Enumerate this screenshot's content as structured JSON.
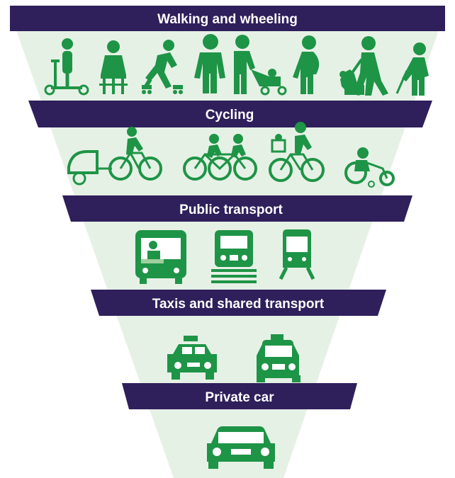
{
  "diagram": {
    "colors": {
      "band": "#2f1f5b",
      "funnel": "#e6f1e6",
      "icon": "#1e9446",
      "label": "#ffffff"
    },
    "tiers": [
      {
        "label": "Walking and wheeling",
        "icons": [
          "kick-scooter-rider-icon",
          "wheelchair-user-icon",
          "inline-skater-icon",
          "walking-person-icon",
          "person-with-pram-icon",
          "pregnant-person-icon",
          "person-with-guide-dog-icon",
          "person-with-white-cane-icon"
        ]
      },
      {
        "label": "Cycling",
        "icons": [
          "bicycle-with-trailer-icon",
          "tandem-bicycle-icon",
          "bicycle-with-child-seat-icon",
          "hand-cycle-icon"
        ]
      },
      {
        "label": "Public transport",
        "icons": [
          "bus-icon",
          "train-icon",
          "tram-icon"
        ]
      },
      {
        "label": "Taxis and shared transport",
        "icons": [
          "taxi-side-icon",
          "taxi-front-icon"
        ]
      },
      {
        "label": "Private car",
        "icons": [
          "car-icon"
        ]
      }
    ]
  }
}
